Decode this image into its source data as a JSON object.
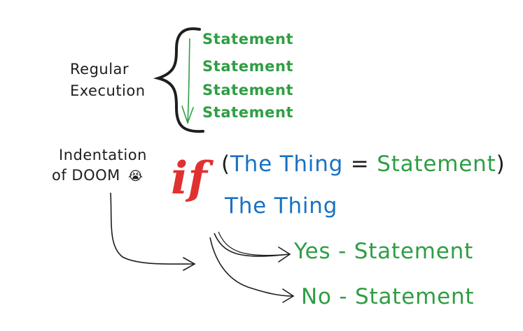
{
  "regular_execution": {
    "label_line1": "Regular",
    "label_line2": "Execution",
    "statements": [
      "Statement",
      "Statement",
      "Statement",
      "Statement"
    ]
  },
  "indentation": {
    "label_line1": "Indentation",
    "label_line2": "of DOOM",
    "emoji": "😭"
  },
  "condition": {
    "keyword": "if",
    "open_paren": "(",
    "left": "The Thing",
    "operator": "=",
    "right": "Statement",
    "close_paren": ")",
    "subject": "The Thing"
  },
  "branches": {
    "yes": "Yes - Statement",
    "no": "No - Statement"
  },
  "colors": {
    "text": "#1e1e1e",
    "statement": "#2f9e44",
    "thing": "#1971c2",
    "keyword": "#e03131"
  }
}
